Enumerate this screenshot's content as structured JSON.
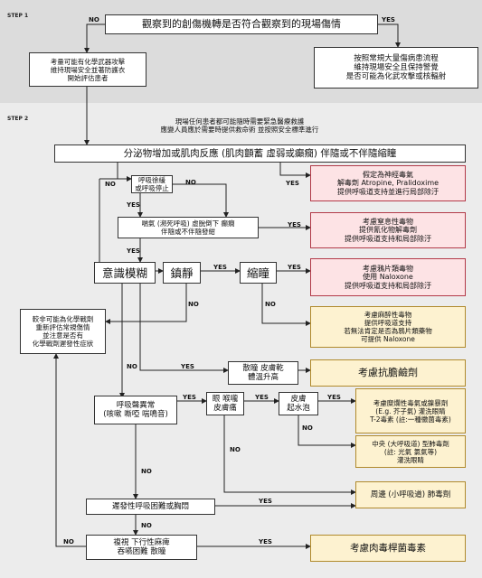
{
  "steps": {
    "step1": "STEP 1",
    "step2": "STEP 2"
  },
  "colors": {
    "band1": "#dcdcdc",
    "band2": "#ececec",
    "red_fill": "#fde3e5",
    "red_border": "#b23a48",
    "yellow_fill": "#fdf2d0",
    "yellow_border": "#b08a2c"
  },
  "nodes": {
    "q_mechanism": "觀察到的創傷機轉是否符合觀察到的現場傷情",
    "chem_attack": "考量可能有化學武器攻擊\n維持現場安全並著防護衣\n開始評估患者",
    "mass_casualty": "按照常規大量傷病患流程\n維持現場安全且保持警覺\n是否可能為化武攻擊或核輻射",
    "note": "現場任何患者都可能隨時需要緊急醫療救護\n應變人員應於需要時提供救命術 並按照安全標準進行",
    "secretion": "分泌物增加或肌肉反應 (肌肉顫蓄 虛弱或癲癇) 伴隨或不伴隨縮瞳",
    "resp_slow": "呼吸徐緩\n或呼吸停止",
    "gasping": "喘氣 (瀕死呼吸) 虛脫倒下 癲癇\n伴隨或不伴隨發紺",
    "confusion": "意識模糊",
    "sedation": "鎮靜",
    "miosis": "縮瞳",
    "nerve_agent": "假定為神經毒氣\n解毒劑 Atropine, Pralidoxime\n提供呼吸道支持並進行局部除汙",
    "cyanide": "考慮窒息性毒物\n提供氰化物解毒劑\n提供呼吸道支持和局部除汙",
    "opioid": "考慮鴉片類毒物\n使用 Naloxone\n提供呼吸道支持和局部除汙",
    "anesthetic": "考慮麻醉性毒物\n提供呼吸道支持\n若無法肯定是否為鴉片類藥物\n可提供 Naloxone",
    "less_likely": "較非可能為化學戰劑\n重新評估常規傷情\n並注意是否有\n化學戰劑遲發性症狀",
    "dry_skin": "散瞳 皮膚乾\n體溫升高",
    "anticholinergic": "考慮抗膽鹼劑",
    "resp_abnormal": "呼吸聲異常\n(咳嗽 嘶啞 喘鳴音)",
    "eye_skin": "眼 喉嚨\n皮膚痛",
    "blister": "皮膚\n起水泡",
    "vesicant": "考慮糜爛性毒氣或鎳暴劑\n(E.g. 芥子氣) 灌洗眼睛\nT-2毒素 (註:一種黴菌毒素)",
    "central_agent": "中央 (大呼吸道) 型肺毒劑\n(註: 光氣 氯氣等)\n灌洗眼睛",
    "peripheral_agent": "周邊 (小呼吸道) 肺毒劑",
    "delayed_resp": "遲發性呼吸困難或胸悶",
    "paralysis": "複視 下行性麻痺\n吞嚥困難 散瞳",
    "botulinum": "考慮肉毒桿菌毒素"
  },
  "edge_labels": {
    "no": "NO",
    "yes": "YES"
  }
}
